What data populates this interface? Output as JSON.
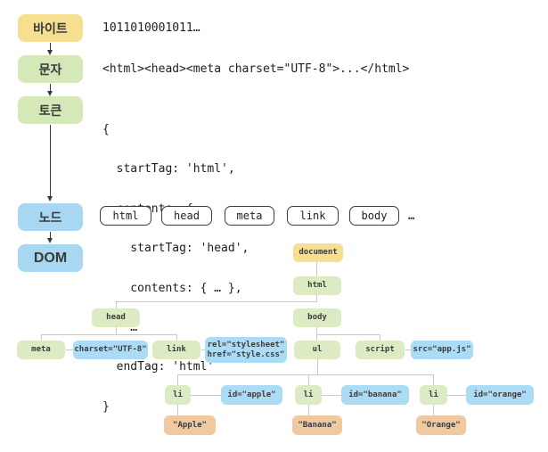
{
  "pipeline": {
    "stages": [
      {
        "label": "바이트"
      },
      {
        "label": "문자"
      },
      {
        "label": "토큰"
      },
      {
        "label": "노드"
      },
      {
        "label": "DOM"
      }
    ],
    "bytes_example": "1011010001011…",
    "characters_example": "<html><head><meta charset=\"UTF-8\">...</html>",
    "token_lines": [
      "{",
      "  startTag: 'html',",
      "  contents: {",
      "    startTag: 'head',",
      "    contents: { … },",
      "    …",
      "  endTag: 'html'",
      "}"
    ],
    "node_items": [
      {
        "label": "html"
      },
      {
        "label": "head"
      },
      {
        "label": "meta"
      },
      {
        "label": "link"
      },
      {
        "label": "body"
      }
    ],
    "node_ellipsis": "…"
  },
  "dom_tree": {
    "document": "document",
    "html": "html",
    "head": "head",
    "body": "body",
    "meta": "meta",
    "meta_attr": "charset=\"UTF-8\"",
    "link": "link",
    "link_attr": "rel=\"stylesheet\"\nhref=\"style.css\"",
    "ul": "ul",
    "script": "script",
    "script_attr": "src=\"app.js\"",
    "li_apple": "li",
    "apple_attr": "id=\"apple\"",
    "apple_text": "\"Apple\"",
    "li_banana": "li",
    "banana_attr": "id=\"banana\"",
    "banana_text": "\"Banana\"",
    "li_orange": "li",
    "orange_attr": "id=\"orange\"",
    "orange_text": "\"Orange\""
  },
  "colors": {
    "stage_yellow": "#F6DF90",
    "stage_green": "#D5E8B8",
    "stage_blue": "#A7D7F1",
    "tree_green": "#DCEBC4",
    "tree_blue": "#ABDBF5",
    "tree_yellow": "#F6DF90",
    "text_node_orange": "#F0C9A0",
    "connector_gray": "#C9C9C9",
    "arrow_dark": "#3A3A3A"
  }
}
